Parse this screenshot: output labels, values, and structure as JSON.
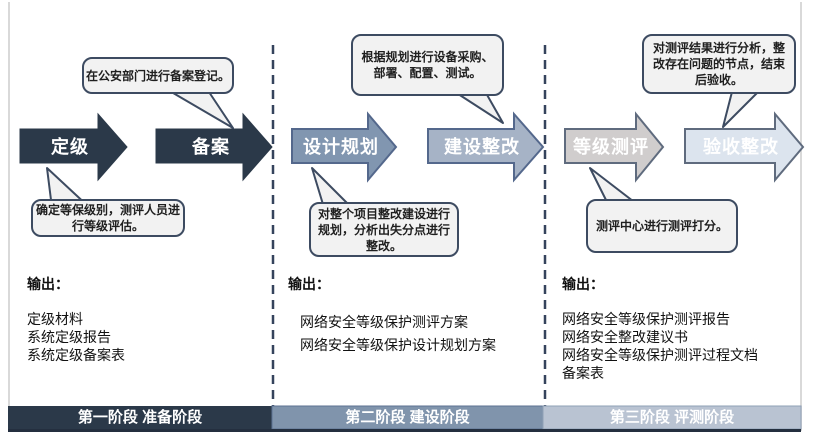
{
  "phases": [
    {
      "name": "第一阶段 准备阶段",
      "steps": [
        {
          "label": "定级",
          "fill": "#2b3949",
          "border": "#2b3949"
        },
        {
          "label": "备案",
          "fill": "#2b3949",
          "border": "#2b3949"
        }
      ],
      "callouts": {
        "top": "在公安部门进行备案登记。",
        "bottom": "确定等保级别，测评人员进行等级评估。"
      },
      "output": {
        "title": "输出：",
        "items": [
          "定级材料",
          "系统定级报告",
          "系统定级备案表"
        ]
      }
    },
    {
      "name": "第二阶段 建设阶段",
      "steps": [
        {
          "label": "设计规划",
          "fill": "#8196b0",
          "border": "#54688c"
        },
        {
          "label": "建设整改",
          "fill": "#a6b3c6",
          "border": "#54688c"
        }
      ],
      "callouts": {
        "top": "根据规划进行设备采购、部署、配置、测试。",
        "bottom": "对整个项目整改建设进行规划，分析出失分点进行整改。"
      },
      "output": {
        "title": "输出：",
        "items": [
          "网络安全等级保护测评方案",
          "网络安全等级保护设计规划方案"
        ]
      }
    },
    {
      "name": "第三阶段 评测阶段",
      "steps": [
        {
          "label": "等级测评",
          "fill": "#d0cdcd",
          "border": "#5f6b7e"
        },
        {
          "label": "验收整改",
          "fill": "#dce4ee",
          "border": "#5f6b7e"
        }
      ],
      "callouts": {
        "top": "对测评结果进行分析，整改存在问题的节点，结束后验收。",
        "bottom": "测评中心进行测评打分。"
      },
      "output": {
        "title": "输出：",
        "items": [
          "网络安全等级保护测评报告",
          "网络安全整改建议书",
          "网络安全等级保护测评过程文档备案表"
        ]
      }
    }
  ],
  "colors": {
    "phase1_bar": "#2b3949",
    "phase2_bar": "#8094ac",
    "phase3_bar": "#b9c3d2",
    "bar_shadow": "#242f3f",
    "callout_fill": "#f2f2f2",
    "callout_border": "#3d4b61",
    "divider": "#35435c",
    "frame": "#d9d9d9",
    "bar_text": "#ffffff"
  }
}
